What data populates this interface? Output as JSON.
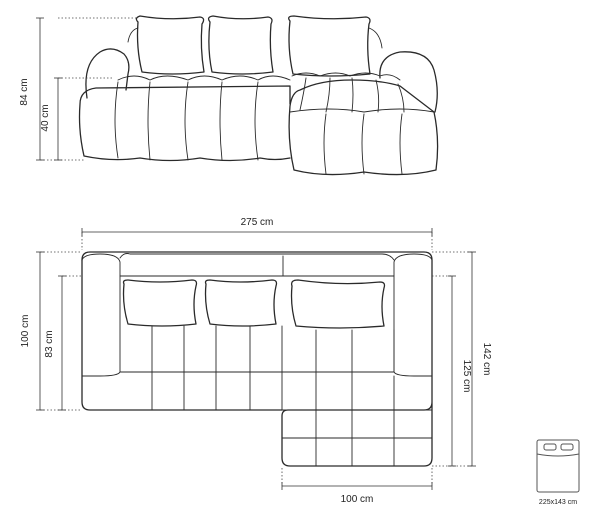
{
  "dimensions": {
    "front_height": "84 cm",
    "seat_height": "40 cm",
    "total_width": "275 cm",
    "depth": "100 cm",
    "seat_depth": "83 cm",
    "chaise_length": "142 cm",
    "chaise_seat_length": "125 cm",
    "chaise_width": "100 cm"
  },
  "bed_icon": {
    "label": "225x143 cm"
  },
  "colors": {
    "line": "#2a2a2a",
    "text": "#222222",
    "icon": "#555555"
  }
}
